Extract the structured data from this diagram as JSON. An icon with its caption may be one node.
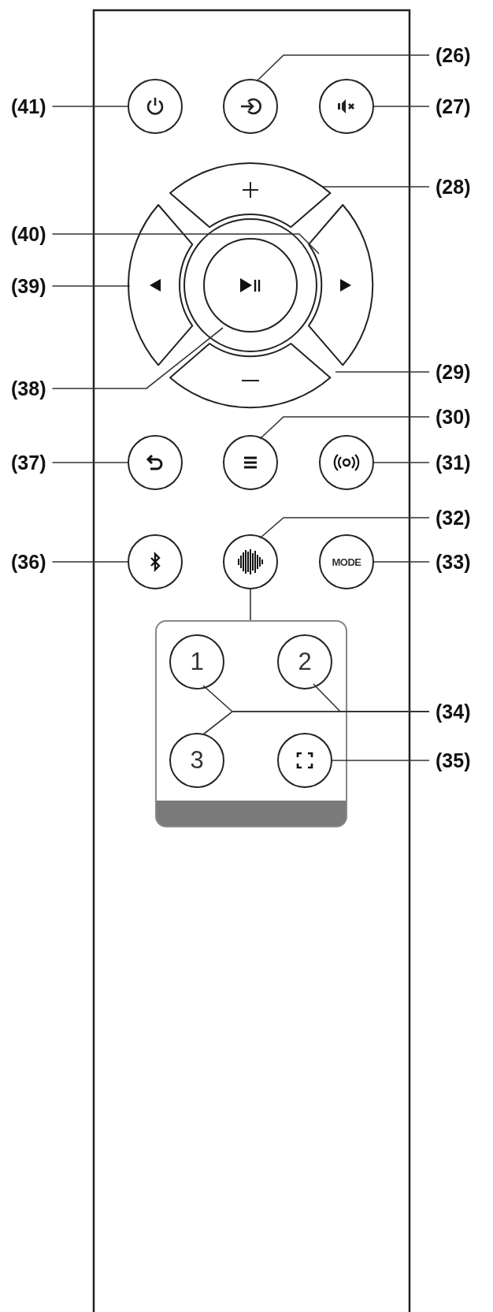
{
  "diagram": {
    "nodes": [
      {
        "text": [
          "(41)"
        ]
      },
      {
        "text": [
          "(26)"
        ]
      },
      {
        "text": [
          "(27)"
        ]
      },
      {
        "text": [
          "(28)"
        ]
      },
      {
        "text": [
          "(40)"
        ]
      },
      {
        "text": [
          "(39)"
        ]
      },
      {
        "text": [
          "(38)"
        ]
      },
      {
        "text": [
          "(29)"
        ]
      },
      {
        "text": [
          "(30)"
        ]
      },
      {
        "text": [
          "(37)"
        ]
      },
      {
        "text": [
          "(31)"
        ]
      },
      {
        "text": [
          "(32)"
        ]
      },
      {
        "text": [
          "(36)"
        ]
      },
      {
        "text": [
          "(33)"
        ]
      },
      {
        "text": [
          "(34)"
        ]
      },
      {
        "text": [
          "(35)"
        ]
      },
      {
        "text": [],
        "shape": "circle"
      },
      {
        "text": [],
        "shape": "circle"
      },
      {
        "text": [],
        "shape": "circle"
      },
      {
        "text": [],
        "shape": "arc"
      },
      {
        "text": [],
        "shape": "arc"
      },
      {
        "text": [],
        "shape": "arc"
      },
      {
        "text": [],
        "shape": "circle"
      },
      {
        "text": [],
        "shape": "arc"
      },
      {
        "text": [],
        "shape": "circle"
      },
      {
        "text": [],
        "shape": "circle"
      },
      {
        "text": [],
        "shape": "circle"
      },
      {
        "text": [],
        "shape": "circle"
      },
      {
        "text": [],
        "shape": "circle"
      },
      {
        "text": [
          "MODE"
        ]
      },
      {
        "text": [],
        "shape": "box"
      },
      {
        "text": [
          "1"
        ],
        "in": 30
      },
      {
        "text": [
          "2"
        ],
        "in": 30
      },
      {
        "text": [
          "3"
        ],
        "in": 30
      },
      {
        "text": [],
        "shape": "circle",
        "in": 30
      }
    ],
    "edges": [
      {
        "from": 0,
        "to": 16,
        "arrow": "none"
      },
      {
        "from": 1,
        "to": 17,
        "arrow": "none"
      },
      {
        "from": 2,
        "to": 18,
        "arrow": "none"
      },
      {
        "from": 3,
        "to": 19,
        "arrow": "none"
      },
      {
        "from": 4,
        "to": 21,
        "arrow": "none"
      },
      {
        "from": 5,
        "to": 20,
        "arrow": "none"
      },
      {
        "from": 6,
        "to": 22,
        "arrow": "none"
      },
      {
        "from": 7,
        "to": 23,
        "arrow": "none"
      },
      {
        "from": 8,
        "to": 25,
        "arrow": "none"
      },
      {
        "from": 9,
        "to": 24,
        "arrow": "none"
      },
      {
        "from": 10,
        "to": 26,
        "arrow": "none"
      },
      {
        "from": 11,
        "to": 28,
        "arrow": "none"
      },
      {
        "from": 12,
        "to": 27,
        "arrow": "none"
      },
      {
        "from": 13,
        "to": 29,
        "arrow": "none"
      },
      {
        "from": 14,
        "to": 31,
        "arrow": "none"
      },
      {
        "from": 14,
        "to": 32,
        "arrow": "none"
      },
      {
        "from": 14,
        "to": 33,
        "arrow": "none"
      },
      {
        "from": 15,
        "to": 34,
        "arrow": "none"
      },
      {
        "from": 28,
        "to": 30,
        "arrow": "none"
      }
    ]
  }
}
